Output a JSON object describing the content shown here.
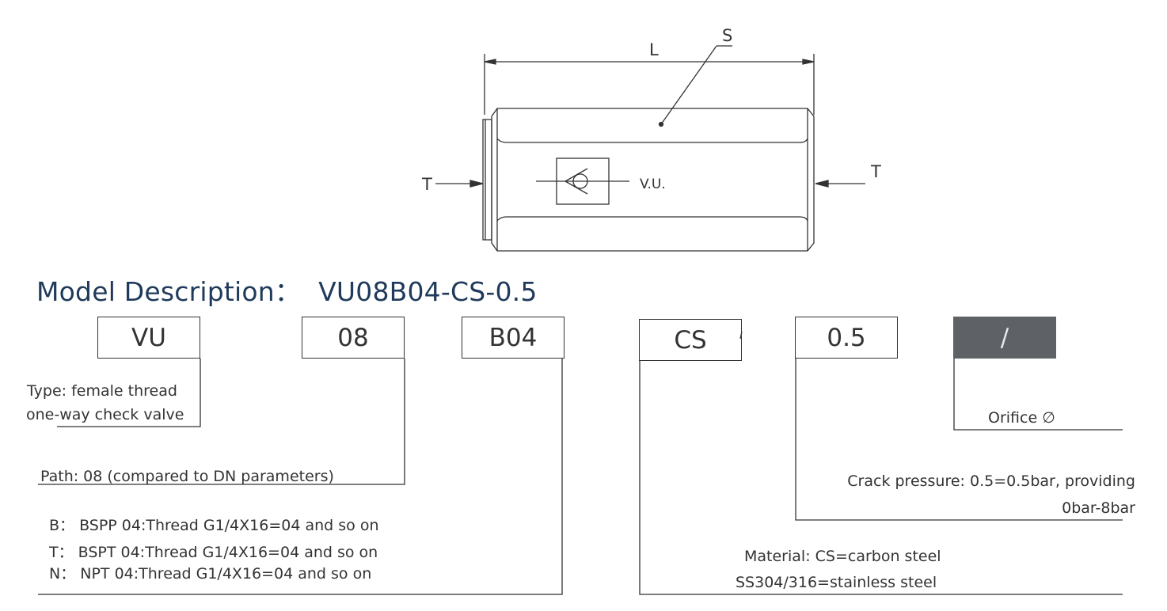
{
  "drawing": {
    "dim_length_label": "L",
    "hex_label": "S",
    "inlet_label": "T",
    "outlet_label": "T",
    "symbol_label": "V.U."
  },
  "title": {
    "label": "Model Description：",
    "model": "VU08B04-CS-0.5"
  },
  "code_boxes": {
    "type": "VU",
    "path": "08",
    "thread": "B04",
    "material": "CS",
    "pressure": "0.5",
    "orifice": "/"
  },
  "descriptions": {
    "type_line1": "Type: female thread",
    "type_line2": "one-way check valve",
    "path": "Path: 08 (compared to DN parameters)",
    "thread_b": "B：  BSPP   04:Thread G1/4X16=04 and so on",
    "thread_t": "T：  BSPT  04:Thread G1/4X16=04 and so on",
    "thread_n": "N：  NPT      04:Thread G1/4X16=04 and so on",
    "material_line1": "Material: CS=carbon steel",
    "material_line2": "SS304/316=stainless steel",
    "pressure_line1": "Crack pressure: 0.5=0.5bar, providing",
    "pressure_line2": "0bar-8bar",
    "orifice": "Orifice ∅"
  }
}
